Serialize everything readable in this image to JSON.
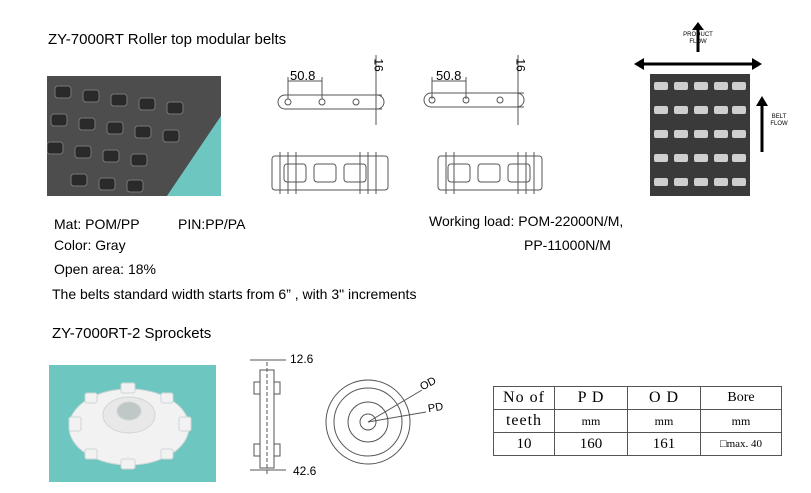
{
  "belt": {
    "title": "ZY-7000RT Roller top modular belts",
    "dim_pitch_1": "50.8",
    "dim_height_1": "16",
    "dim_pitch_2": "50.8",
    "dim_height_2": "16",
    "diagram_product_flow": "PRODUCT FLOW",
    "diagram_belt_flow": "BELT FLOW",
    "material": "Mat: POM/PP",
    "pin": "PIN:PP/PA",
    "color": "Color: Gray",
    "open_area": "Open area: 18%",
    "standard_width": "The belts standard width starts from 6” , with 3\" increments",
    "working_load_1": "Working load: POM-22000N/M,",
    "working_load_2": "PP-11000N/M"
  },
  "sprocket": {
    "title": "ZY-7000RT-2 Sprockets",
    "dim_hub_width": "12.6",
    "dim_overall_width": "42.6",
    "dim_od": "OD",
    "dim_pd": "PD",
    "table": {
      "headers": [
        {
          "top": "No of",
          "bottom": "teeth"
        },
        {
          "top": "P D",
          "bottom": "mm"
        },
        {
          "top": "O D",
          "bottom": "mm"
        },
        {
          "top": "Bore",
          "bottom": "mm"
        }
      ],
      "row": [
        "10",
        "160",
        "161",
        "max. 40"
      ],
      "bore_square": "□"
    }
  },
  "colors": {
    "photo_background": "#6ec6c0",
    "belt_gray": "#5a5a5a",
    "drawing_line": "#555555"
  }
}
